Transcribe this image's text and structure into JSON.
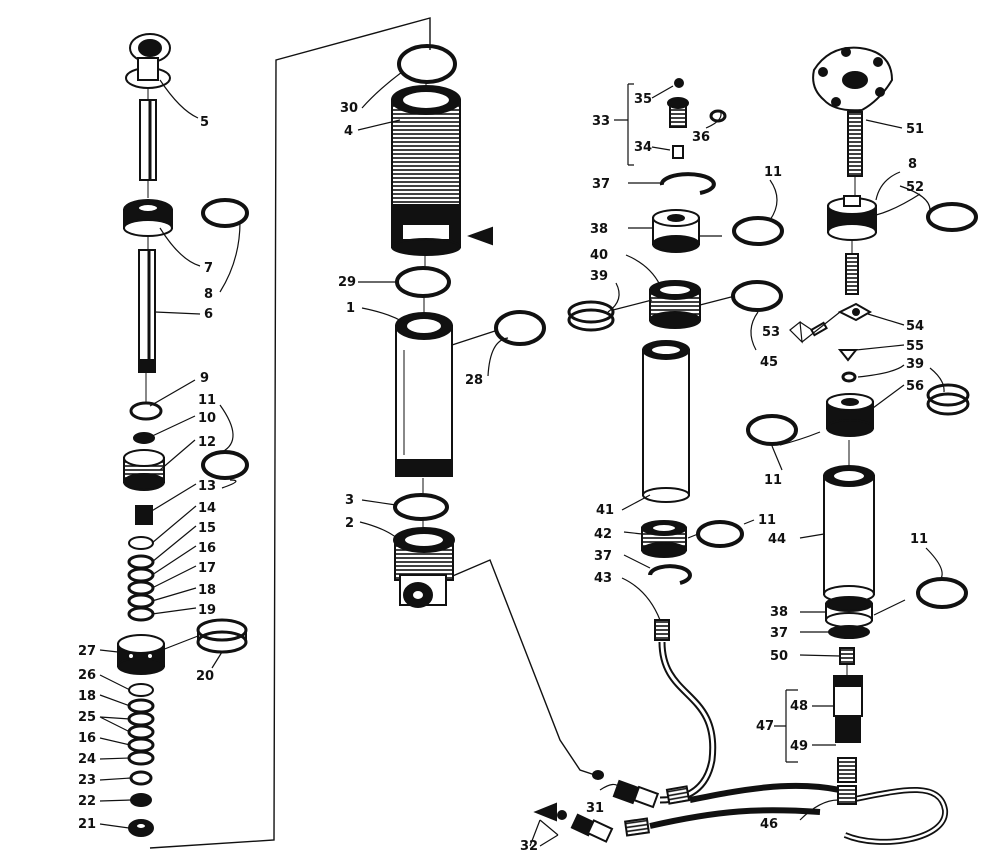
{
  "labels": {
    "l1": "1",
    "l2": "2",
    "l3": "3",
    "l4": "4",
    "l5": "5",
    "l6": "6",
    "l7": "7",
    "l8a": "8",
    "l8b": "8",
    "l9": "9",
    "l10": "10",
    "l11a": "11",
    "l11b": "11",
    "l11c": "11",
    "l11d": "11",
    "l11e": "11",
    "l12": "12",
    "l13": "13",
    "l14": "14",
    "l15": "15",
    "l16a": "16",
    "l16b": "16",
    "l17": "17",
    "l18a": "18",
    "l18b": "18",
    "l19": "19",
    "l20": "20",
    "l21": "21",
    "l22": "22",
    "l23": "23",
    "l24": "24",
    "l25": "25",
    "l26": "26",
    "l27": "27",
    "l28": "28",
    "l29": "29",
    "l30": "30",
    "l31": "31",
    "l32": "32",
    "l33": "33",
    "l34": "34",
    "l35": "35",
    "l36": "36",
    "l37a": "37",
    "l37b": "37",
    "l37c": "37",
    "l38a": "38",
    "l38b": "38",
    "l39a": "39",
    "l39b": "39",
    "l40": "40",
    "l41": "41",
    "l42": "42",
    "l43": "43",
    "l44": "44",
    "l45": "45",
    "l46": "46",
    "l47": "47",
    "l48": "48",
    "l49": "49",
    "l50": "50",
    "l51": "51",
    "l52": "52",
    "l53": "53",
    "l54": "54",
    "l55": "55",
    "l56": "56"
  }
}
